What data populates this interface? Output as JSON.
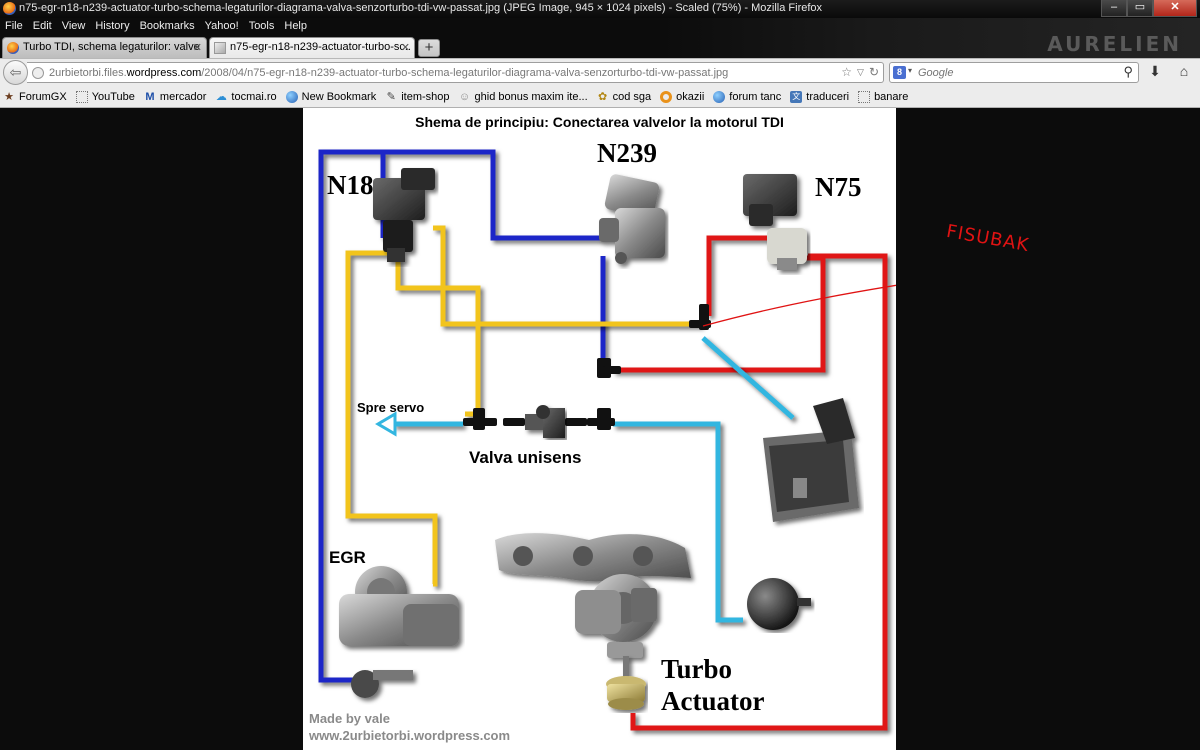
{
  "window": {
    "title": "n75-egr-n18-n239-actuator-turbo-schema-legaturilor-diagrama-valva-senzorturbo-tdi-vw-passat.jpg (JPEG Image, 945 × 1024 pixels) - Scaled (75%) - Mozilla Firefox",
    "brand_watermark": "AURELIEN"
  },
  "menu": [
    "File",
    "Edit",
    "View",
    "History",
    "Bookmarks",
    "Yahoo!",
    "Tools",
    "Help"
  ],
  "tabs": [
    {
      "label": "Turbo TDI, schema legaturilor: valve ...",
      "active": false
    },
    {
      "label": "n75-egr-n18-n239-actuator-turbo-sc...",
      "active": true
    }
  ],
  "address": {
    "prefix": "2urbietorbi.files.",
    "domain": "wordpress.com",
    "path": "/2008/04/n75-egr-n18-n239-actuator-turbo-schema-legaturilor-diagrama-valva-senzorturbo-tdi-vw-passat.jpg"
  },
  "search": {
    "placeholder": "Google"
  },
  "bookmarks": [
    {
      "label": "ForumGX",
      "icon": "star-icon"
    },
    {
      "label": "YouTube",
      "icon": "page-icon"
    },
    {
      "label": "mercador",
      "icon": "m-icon"
    },
    {
      "label": "tocmai.ro",
      "icon": "wave-icon"
    },
    {
      "label": "New Bookmark",
      "icon": "globe-icon"
    },
    {
      "label": "item-shop",
      "icon": "pin-icon"
    },
    {
      "label": "ghid bonus maxim ite...",
      "icon": "smile-icon"
    },
    {
      "label": "cod sga",
      "icon": "coin-icon"
    },
    {
      "label": "okazii",
      "icon": "ring-icon"
    },
    {
      "label": "forum tanc",
      "icon": "globe-icon"
    },
    {
      "label": "traduceri",
      "icon": "translate-icon"
    },
    {
      "label": "banare",
      "icon": "page-icon"
    }
  ],
  "diagram": {
    "title": "Shema de principiu: Conectarea valvelor la motorul TDI",
    "n18": "N18",
    "n239": "N239",
    "n75": "N75",
    "spre_servo": "Spre servo",
    "valva_unisens": "Valva unisens",
    "egr": "EGR",
    "turbo": "Turbo",
    "actuator": "Actuator",
    "credit_line1": "Made by vale",
    "credit_line2": "www.2urbietorbi.wordpress.com",
    "hose_colors": {
      "blue": "#1a28c8",
      "yellow": "#f2c41c",
      "red": "#e01818",
      "cyan": "#33b6e0"
    }
  },
  "annotation": {
    "text": "FISUBAK",
    "color": "#e01313"
  }
}
